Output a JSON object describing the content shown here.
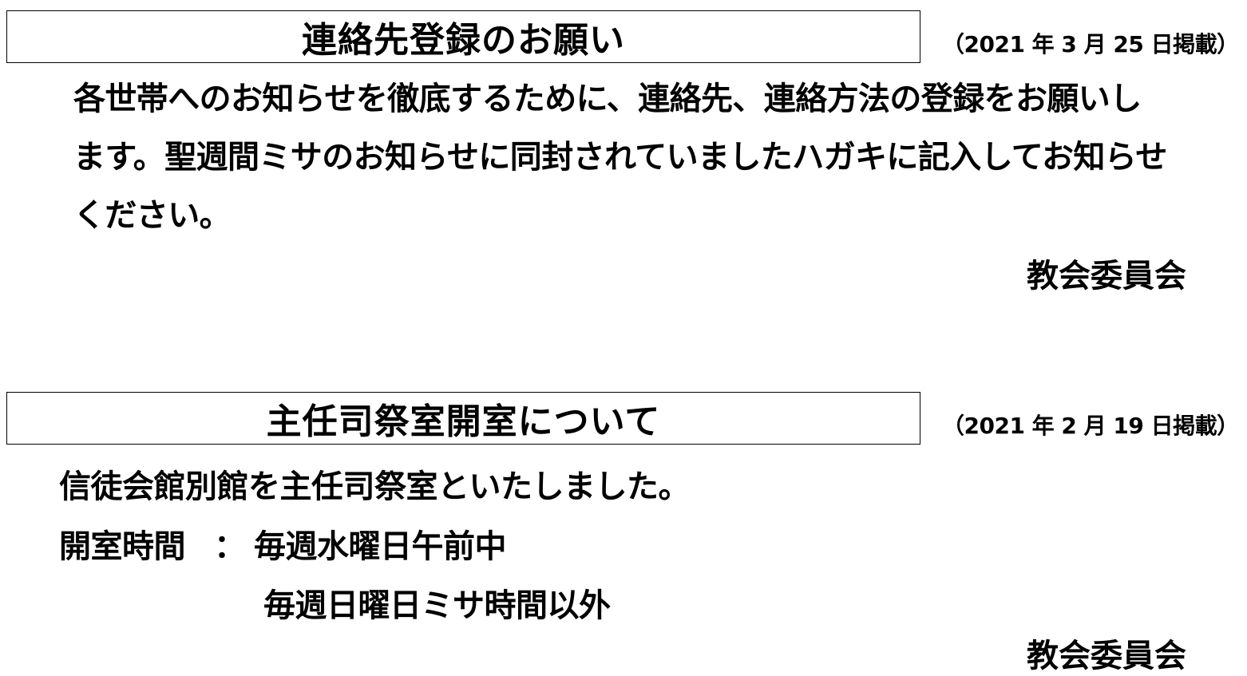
{
  "notices": [
    {
      "title": "連絡先登録のお願い",
      "date": "（2021 年  3 月 25 日掲載）",
      "lines": [
        "各世帯へのお知らせを徹底するために、連絡先、連絡方法の登録をお願いし",
        "ます。聖週間ミサのお知らせに同封されていましたハガキに記入してお知らせ",
        "ください。"
      ],
      "signature": "教会委員会"
    },
    {
      "title": "主任司祭室開室について",
      "date": "（2021 年 2 月 19 日掲載）",
      "intro": "信徒会館別館を主任司祭室といたしました。",
      "hours_label": "開室時間",
      "hours_sep": "：",
      "hours": [
        "毎週水曜日午前中",
        "毎週日曜日ミサ時間以外"
      ],
      "signature": "教会委員会"
    }
  ]
}
